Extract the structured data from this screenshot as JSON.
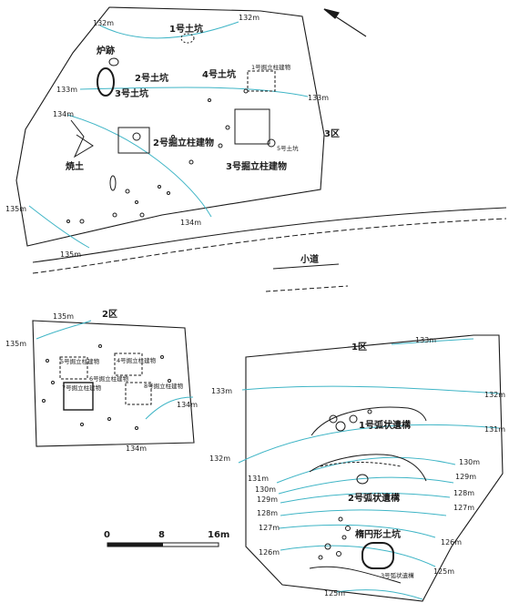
{
  "contour_color": "#3fb5c6",
  "ink_color": "#1a1a1a",
  "north_arrow_icon": "north-arrow-icon",
  "area3": {
    "label": "3区",
    "contours": [
      "132m",
      "132m",
      "133m",
      "133m",
      "134m",
      "134m",
      "135m",
      "135m"
    ],
    "features": {
      "pit1": "1号土坑",
      "hearth": "炉跡",
      "pit2": "2号土坑",
      "pit3": "3号土坑",
      "pit4": "4号土坑",
      "building1": "1号掘立柱建物",
      "building2": "2号掘立柱建物",
      "building3": "3号掘立柱建物",
      "pit5": "5号土坑",
      "burnt_soil": "焼土"
    },
    "path_label": "小道"
  },
  "area2": {
    "label": "2区",
    "contours": [
      "135m",
      "135m",
      "134m",
      "134m"
    ],
    "features": {
      "b5": "5号掘立柱建物",
      "b4": "4号掘立柱建物",
      "b6": "6号掘立柱建物",
      "b7": "7号掘立柱建物",
      "b8": "8号掘立柱建物"
    }
  },
  "area1": {
    "label": "1区",
    "contours": [
      "133m",
      "133m",
      "132m",
      "132m",
      "131m",
      "131m",
      "130m",
      "130m",
      "129m",
      "129m",
      "128m",
      "128m",
      "127m",
      "127m",
      "126m",
      "126m",
      "125m",
      "125m"
    ],
    "features": {
      "arc1": "1号弧状遺構",
      "arc2": "2号弧状遺構",
      "oval_pit": "楕円形土坑",
      "arc3": "3号弧状遺構"
    }
  },
  "scale_bar": {
    "ticks": [
      "0",
      "8",
      "16m"
    ]
  }
}
